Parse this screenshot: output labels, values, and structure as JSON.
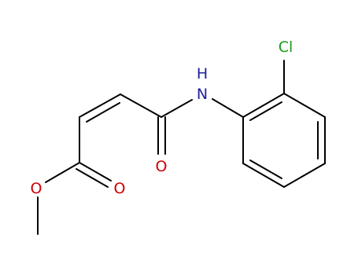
{
  "molecule": {
    "atoms": {
      "cl": {
        "label": "Cl",
        "color": "#1a9a1a"
      },
      "nh": {
        "label": "H",
        "color": "#2020a0"
      },
      "n": {
        "label": "N",
        "color": "#2020a0"
      },
      "o_carbonyl_amide": {
        "label": "O",
        "color": "#cc0000"
      },
      "o_carbonyl_ester": {
        "label": "O",
        "color": "#cc0000"
      },
      "o_ester": {
        "label": "O",
        "color": "#cc0000"
      }
    },
    "bond_color": "#000000"
  }
}
